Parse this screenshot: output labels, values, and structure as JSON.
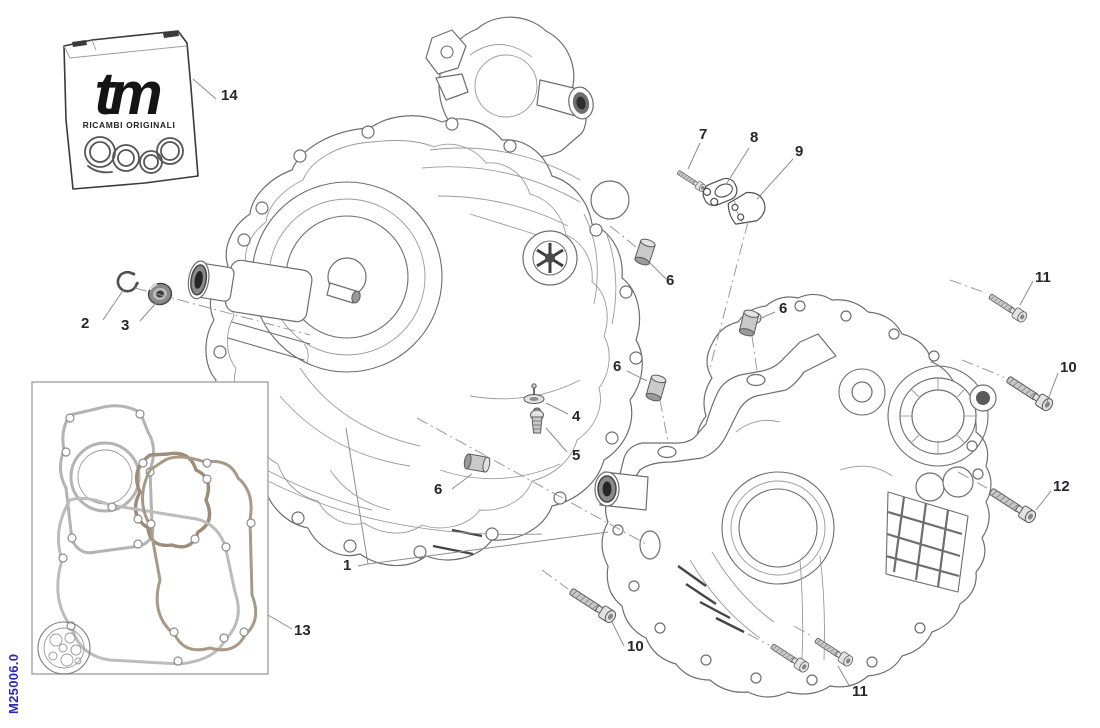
{
  "diagram": {
    "code": "M25006.0",
    "callout_color": "#26262e",
    "line_color": "#6e6e6e",
    "accent_blue": "#2a2ab8",
    "gasket_tan": "#9c8c78",
    "gasket_gray": "#b3b3b3"
  },
  "package": {
    "brand": "tm",
    "subtitle": "RICAMBI ORIGINALI"
  },
  "callouts": {
    "item1": "1",
    "item2": "2",
    "item3": "3",
    "item4": "4",
    "item5": "5",
    "item6a": "6",
    "item6b": "6",
    "item6c": "6",
    "item6d": "6",
    "item7": "7",
    "item8": "8",
    "item9": "9",
    "item10a": "10",
    "item10b": "10",
    "item11a": "11",
    "item11b": "11",
    "item12": "12",
    "item13": "13",
    "item14": "14"
  }
}
